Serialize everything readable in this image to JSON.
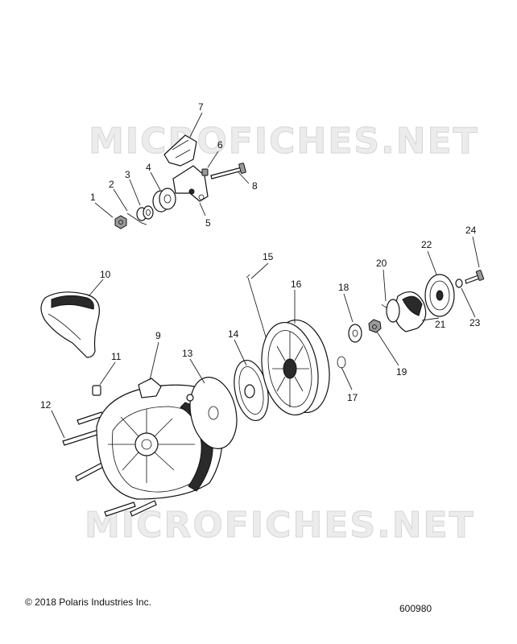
{
  "watermark": "MICROFICHES.NET",
  "footer": {
    "copyright": "© 2018 Polaris Industries Inc.",
    "drawing_number": "600980"
  },
  "callouts": [
    "1",
    "2",
    "3",
    "4",
    "5",
    "6",
    "7",
    "8",
    "9",
    "10",
    "11",
    "12",
    "13",
    "14",
    "15",
    "16",
    "17",
    "18",
    "19",
    "20",
    "21",
    "22",
    "23",
    "24"
  ]
}
